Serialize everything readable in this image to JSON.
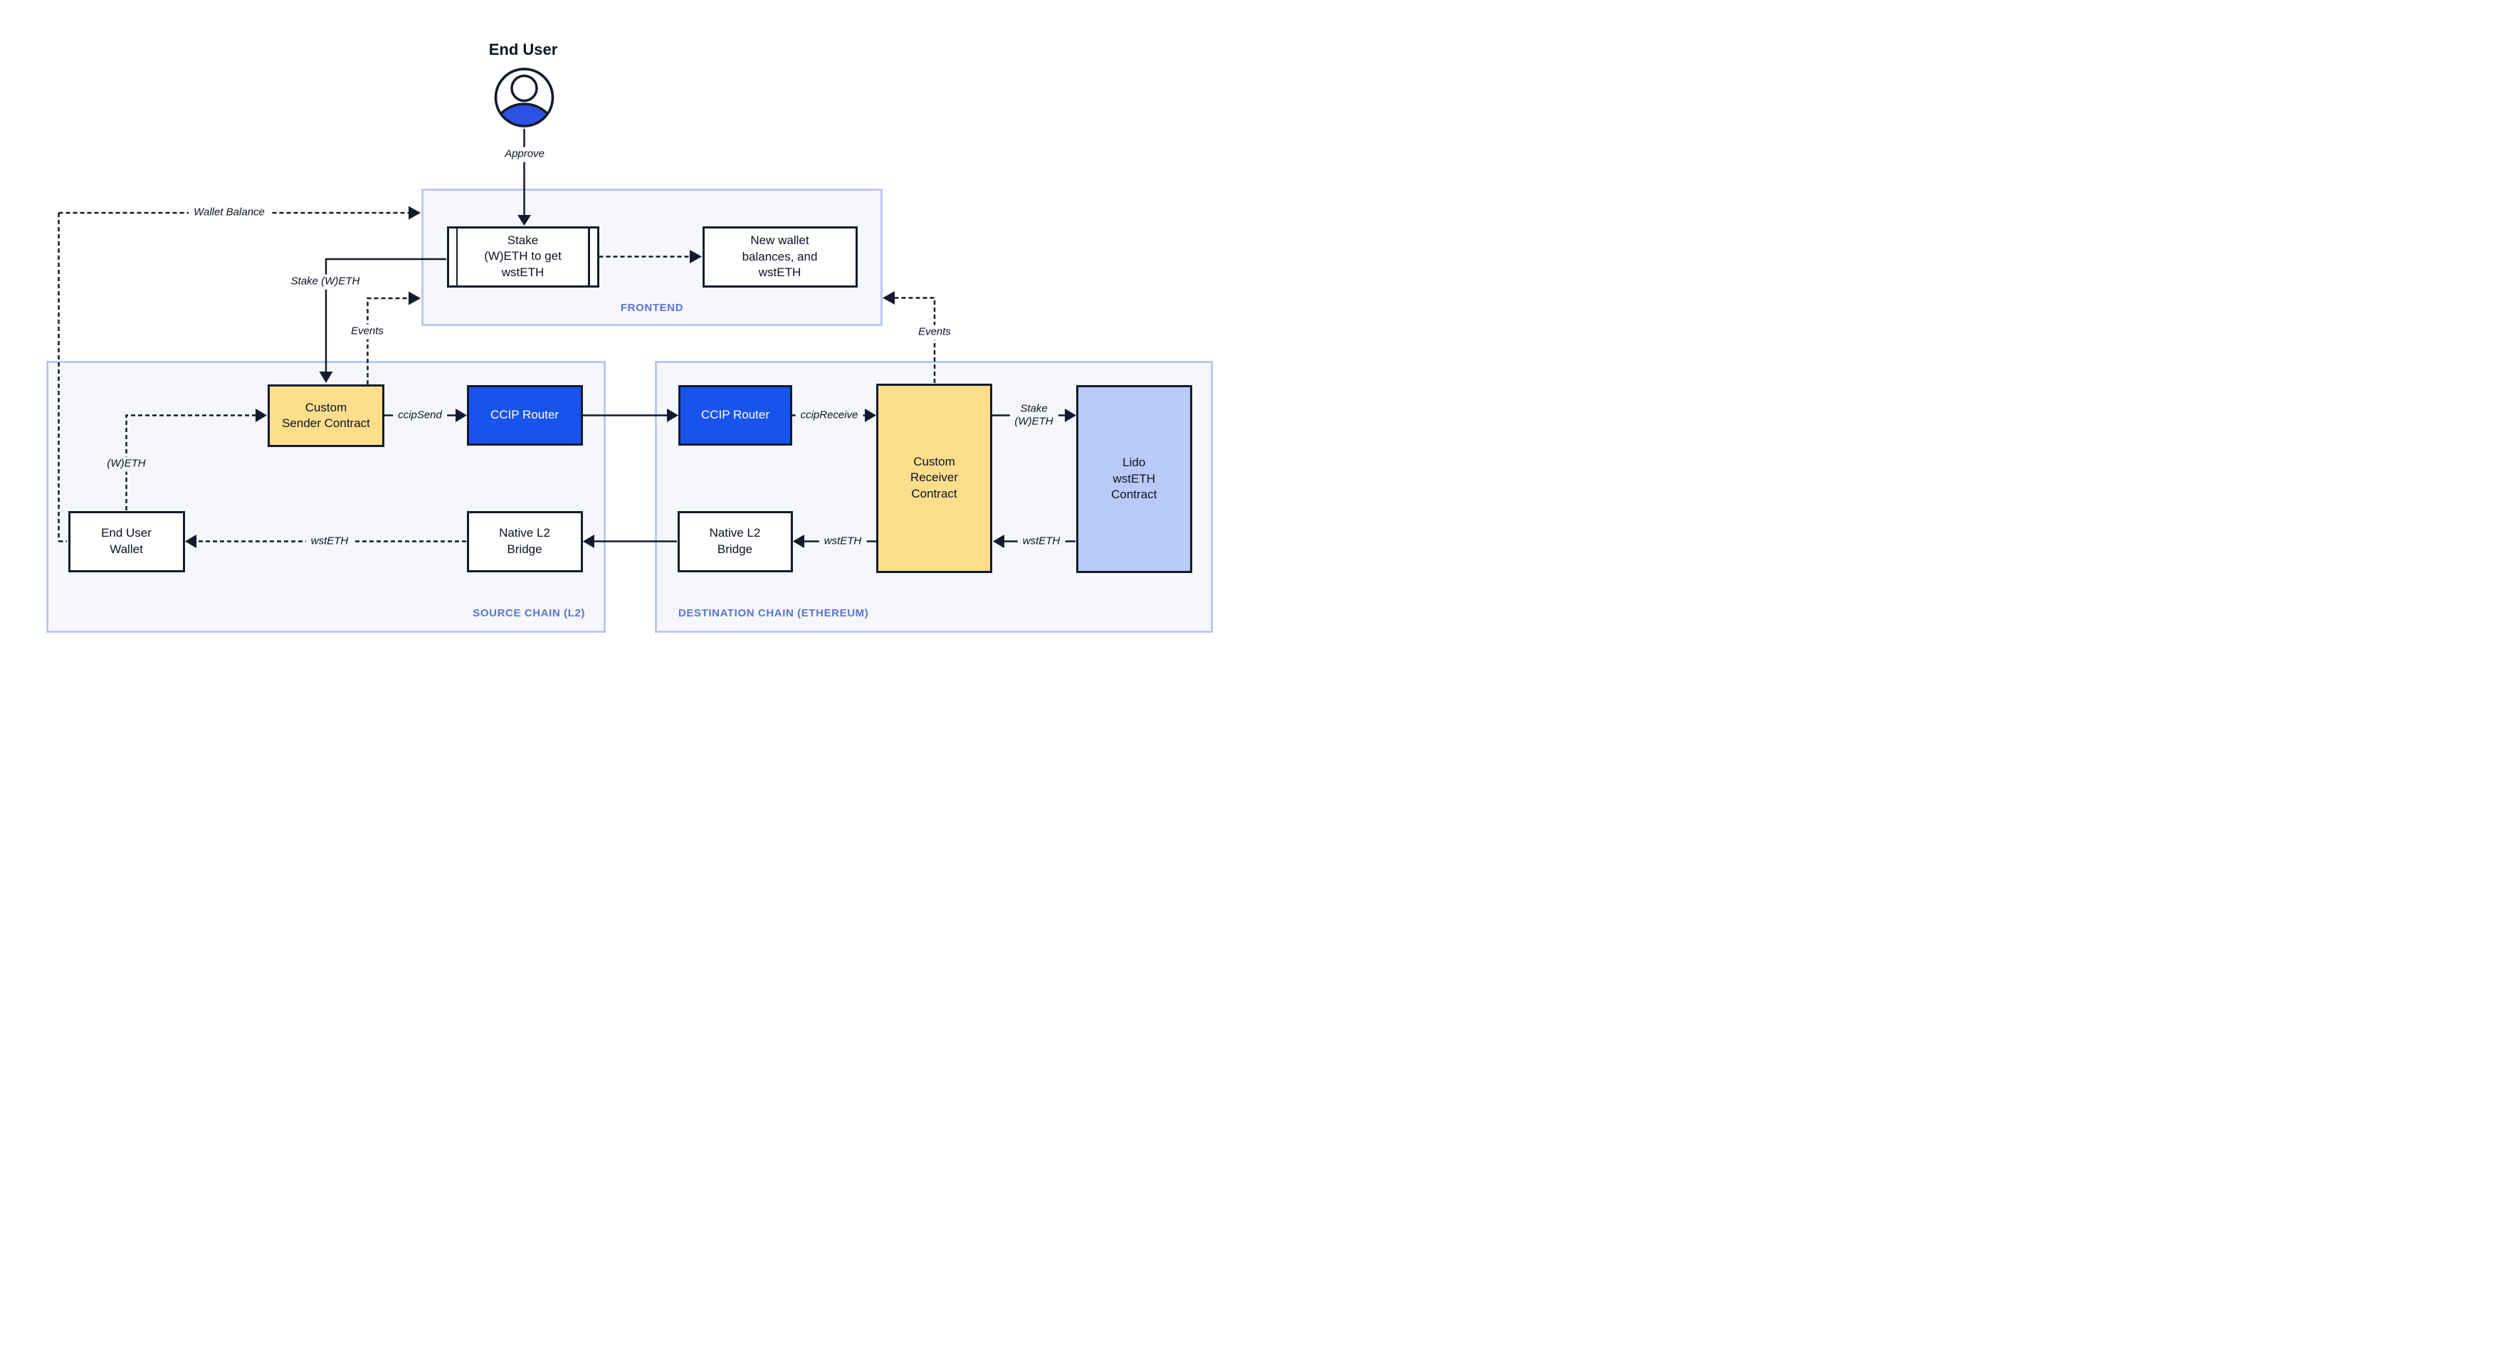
{
  "diagram": {
    "title_actor": "End User",
    "containers": {
      "frontend": {
        "label": "FRONTEND"
      },
      "source_chain": {
        "label": "SOURCE CHAIN (L2)"
      },
      "destination_chain": {
        "label": "DESTINATION CHAIN (ETHEREUM)"
      }
    },
    "nodes": {
      "stake_widget": "Stake\n(W)ETH to get\nwstETH",
      "new_wallet_balances": "New wallet\nbalances, and\nwstETH",
      "custom_sender_contract": "Custom\nSender Contract",
      "ccip_router_source": "CCIP Router",
      "ccip_router_destination": "CCIP Router",
      "custom_receiver_contract": "Custom\nReceiver\nContract",
      "lido_wsteth_contract": "Lido\nwstETH\nContract",
      "end_user_wallet": "End User\nWallet",
      "native_l2_bridge_source": "Native L2\nBridge",
      "native_l2_bridge_destination": "Native L2\nBridge"
    },
    "edge_labels": {
      "approve": "Approve",
      "wallet_balance": "Wallet Balance",
      "stake_weth_left": "Stake (W)ETH",
      "events_left": "Events",
      "events_right": "Events",
      "weth": "(W)ETH",
      "ccip_send": "ccipSend",
      "ccip_receive": "ccipReceive",
      "stake_weth_right": "Stake\n(W)ETH",
      "wsteth_to_wallet": "wstETH",
      "wsteth_receiver_to_bridge": "wstETH",
      "wsteth_lido_to_receiver": "wstETH"
    },
    "colors": {
      "ink": "#141B2B",
      "accent_blue": "#1853EC",
      "contract_yellow": "#FCDE8D",
      "contract_lavender": "#B9C9F8",
      "zone_background": "#F6F7FC",
      "zone_border": "#BCC8F2",
      "zone_label_blue": "#5B74D4",
      "actor_fill_blue": "#2B52E4"
    }
  }
}
